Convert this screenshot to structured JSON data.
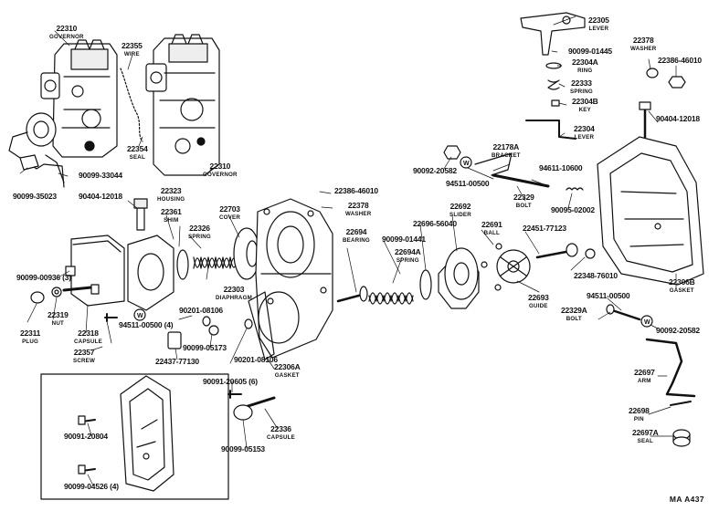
{
  "figure_code": "MA A437",
  "parts": [
    {
      "id": "p22310a",
      "number": "22310",
      "name": "GOVERNOR"
    },
    {
      "id": "p22355",
      "number": "22355",
      "name": "WIRE"
    },
    {
      "id": "p22354",
      "number": "22354",
      "name": "SEAL"
    },
    {
      "id": "p22310b",
      "number": "22310",
      "name": "GOVERNOR"
    },
    {
      "id": "p33044",
      "number": "90099-33044",
      "name": ""
    },
    {
      "id": "p35023",
      "number": "90099-35023",
      "name": ""
    },
    {
      "id": "p12018a",
      "number": "90404-12018",
      "name": ""
    },
    {
      "id": "p22323",
      "number": "22323",
      "name": "HOUSING"
    },
    {
      "id": "p22361",
      "number": "22361",
      "name": "SHIM"
    },
    {
      "id": "p22703",
      "number": "22703",
      "name": "COVER"
    },
    {
      "id": "p22326",
      "number": "22326",
      "name": "SPRING"
    },
    {
      "id": "p46010a",
      "number": "22386-46010",
      "name": ""
    },
    {
      "id": "p22378a",
      "number": "22378",
      "name": "WASHER"
    },
    {
      "id": "p00936",
      "number": "90099-00936 (3)",
      "name": ""
    },
    {
      "id": "p22303",
      "number": "22303",
      "name": "DIAPHRAGM"
    },
    {
      "id": "p22319",
      "number": "22319",
      "name": "NUT"
    },
    {
      "id": "p22311",
      "number": "22311",
      "name": "PLUG"
    },
    {
      "id": "p22318",
      "number": "22318",
      "name": "CAPSULE"
    },
    {
      "id": "p00500a",
      "number": "94511-00500 (4)",
      "name": ""
    },
    {
      "id": "p22357",
      "number": "22357",
      "name": "SCREW"
    },
    {
      "id": "p08106a",
      "number": "90201-08106",
      "name": ""
    },
    {
      "id": "p05173",
      "number": "90099-05173",
      "name": ""
    },
    {
      "id": "p77130",
      "number": "22437-77130",
      "name": ""
    },
    {
      "id": "p08106b",
      "number": "90201-08106",
      "name": ""
    },
    {
      "id": "p22306a",
      "number": "22306A",
      "name": "GASKET"
    },
    {
      "id": "p20605",
      "number": "90091-20605 (6)",
      "name": ""
    },
    {
      "id": "p22336",
      "number": "22336",
      "name": "CAPSULE"
    },
    {
      "id": "p05153",
      "number": "90099-05153",
      "name": ""
    },
    {
      "id": "p20804",
      "number": "90091-20804",
      "name": ""
    },
    {
      "id": "p04526",
      "number": "90099-04526 (4)",
      "name": ""
    },
    {
      "id": "p22694",
      "number": "22694",
      "name": "BEARING"
    },
    {
      "id": "p01441",
      "number": "90099-01441",
      "name": ""
    },
    {
      "id": "p56040",
      "number": "22696-56040",
      "name": ""
    },
    {
      "id": "p22692",
      "number": "22692",
      "name": "SLIDER"
    },
    {
      "id": "p22694a",
      "number": "22694A",
      "name": "SPRING"
    },
    {
      "id": "p22691",
      "number": "22691",
      "name": "BALL"
    },
    {
      "id": "p77123",
      "number": "22451-77123",
      "name": ""
    },
    {
      "id": "p22693",
      "number": "22693",
      "name": "GUIDE"
    },
    {
      "id": "p76010",
      "number": "22348-76010",
      "name": ""
    },
    {
      "id": "p20582a",
      "number": "90092-20582",
      "name": ""
    },
    {
      "id": "p22178a",
      "number": "22178A",
      "name": "BRACKET"
    },
    {
      "id": "p00500b",
      "number": "94511-00500",
      "name": ""
    },
    {
      "id": "p10600",
      "number": "94611-10600",
      "name": ""
    },
    {
      "id": "p22329",
      "number": "22329",
      "name": "BOLT"
    },
    {
      "id": "p02002",
      "number": "90095-02002",
      "name": ""
    },
    {
      "id": "p22305",
      "number": "22305",
      "name": "LEVER"
    },
    {
      "id": "p01445",
      "number": "90099-01445",
      "name": ""
    },
    {
      "id": "p22304a",
      "number": "22304A",
      "name": "RING"
    },
    {
      "id": "p22333",
      "number": "22333",
      "name": "SPRING"
    },
    {
      "id": "p22304b",
      "number": "22304B",
      "name": "KEY"
    },
    {
      "id": "p22304",
      "number": "22304",
      "name": "LEVER"
    },
    {
      "id": "p22378b",
      "number": "22378",
      "name": "WASHER"
    },
    {
      "id": "p46010b",
      "number": "22386-46010",
      "name": ""
    },
    {
      "id": "p12018b",
      "number": "90404-12018",
      "name": ""
    },
    {
      "id": "p22306b",
      "number": "22306B",
      "name": "GASKET"
    },
    {
      "id": "p00500c",
      "number": "94511-00500",
      "name": ""
    },
    {
      "id": "p22329a",
      "number": "22329A",
      "name": "BOLT"
    },
    {
      "id": "p20582b",
      "number": "90092-20582",
      "name": ""
    },
    {
      "id": "p22697",
      "number": "22697",
      "name": "ARM"
    },
    {
      "id": "p22698",
      "number": "22698",
      "name": "PIN"
    },
    {
      "id": "p22697a",
      "number": "22697A",
      "name": "SEAL"
    }
  ]
}
